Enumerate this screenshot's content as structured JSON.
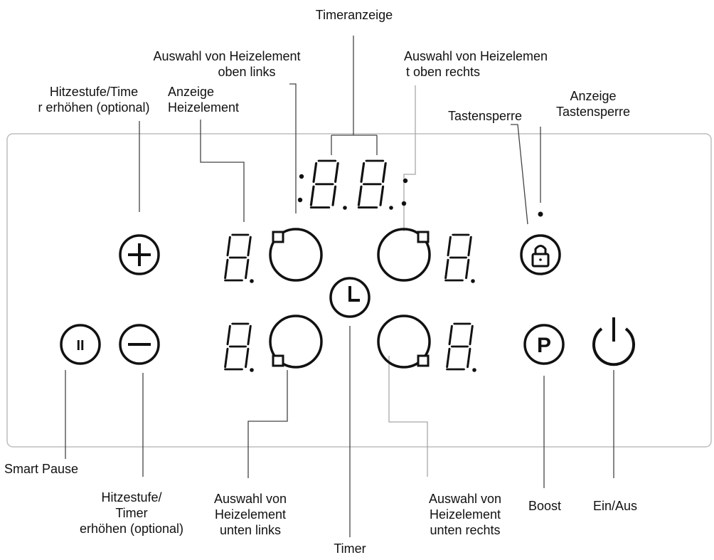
{
  "labels": {
    "timeranzeige": "Timeranzeige",
    "auswahl_oben_links": [
      "Auswahl von Heizelement",
      "oben links"
    ],
    "auswahl_oben_rechts": [
      "Auswahl von Heizelemen",
      "t oben rechts"
    ],
    "hitzestufe_oben": [
      "Hitzestufe/Time",
      "r erhöhen (optional)"
    ],
    "anzeige_heizelement": [
      "Anzeige",
      "Heizelement"
    ],
    "tastensperre": "Tastensperre",
    "anzeige_tastensperre": [
      "Anzeige",
      "Tastensperre"
    ],
    "smart_pause": "Smart Pause",
    "hitzestufe_unten": [
      "Hitzestufe/",
      "Timer",
      "erhöhen (optional)"
    ],
    "auswahl_unten_links": [
      "Auswahl von",
      "Heizelement",
      "unten links"
    ],
    "timer": "Timer",
    "auswahl_unten_rechts": [
      "Auswahl von",
      "Heizelement",
      "unten rechts"
    ],
    "boost": "Boost",
    "ein_aus": "Ein/Aus"
  },
  "buttons": {
    "boost_symbol": "P",
    "pause_symbol": "II"
  },
  "colors": {
    "panel_border": "#bdbdbd",
    "leader_line": "#555555",
    "leader_line_light": "#a8a8a8",
    "symbol": "#111111"
  },
  "icons": [
    "plus-icon",
    "minus-icon",
    "pause-icon",
    "timer-icon",
    "lock-icon",
    "boost-icon",
    "power-icon",
    "seven-segment-display"
  ]
}
